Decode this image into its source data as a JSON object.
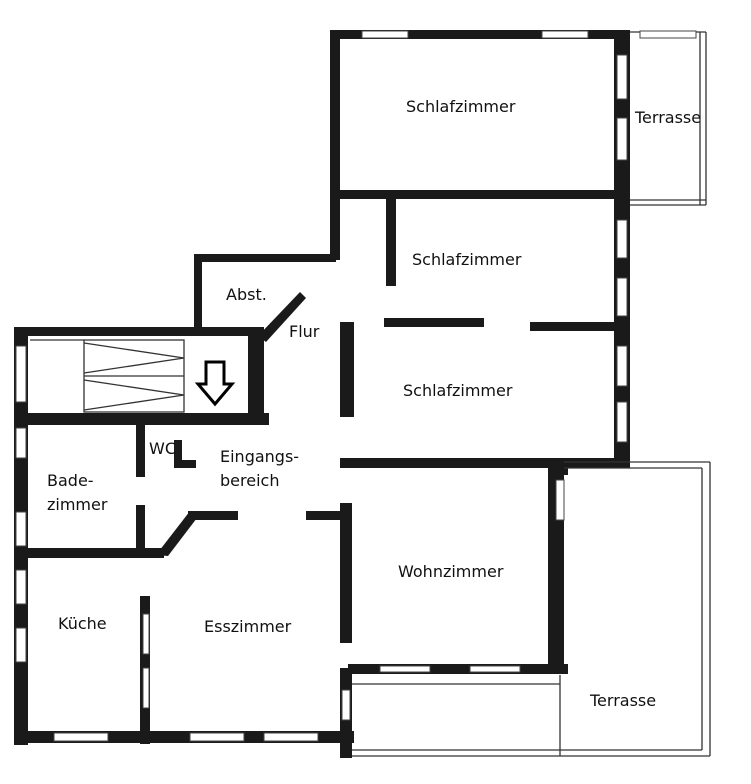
{
  "rooms": {
    "schlafzimmer_1": "Schlafzimmer",
    "terrasse_top": "Terrasse",
    "schlafzimmer_2": "Schlafzimmer",
    "abst": "Abst.",
    "flur": "Flur",
    "schlafzimmer_3": "Schlafzimmer",
    "wc": "WC",
    "eingang_line1": "Eingangs-",
    "eingang_line2": "bereich",
    "bad_line1": "Bade-",
    "bad_line2": "zimmer",
    "wohnzimmer": "Wohnzimmer",
    "kueche": "Küche",
    "esszimmer": "Esszimmer",
    "terrasse_bottom": "Terrasse"
  },
  "entrance_marker": "down-arrow-icon",
  "colors": {
    "wall": "#1a1a1a",
    "paper": "#ffffff"
  }
}
